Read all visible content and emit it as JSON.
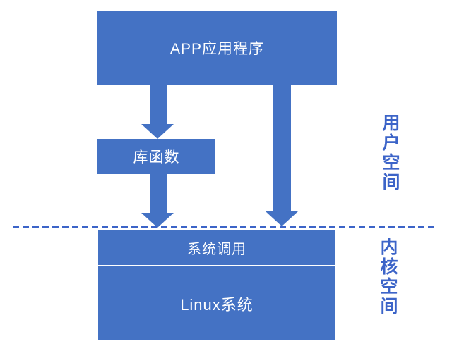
{
  "boxes": {
    "app": {
      "label": "APP应用程序"
    },
    "lib": {
      "label": "库函数"
    },
    "syscall": {
      "label": "系统调用"
    },
    "linux": {
      "label": "Linux系统"
    }
  },
  "regions": {
    "user_space": {
      "label": "用户空间"
    },
    "kernel_space": {
      "label": "内核空间"
    }
  },
  "colors": {
    "box_fill": "#4472C4",
    "box_text": "#FFFFFF",
    "accent": "#3C64C8",
    "background": "#FFFFFF"
  }
}
